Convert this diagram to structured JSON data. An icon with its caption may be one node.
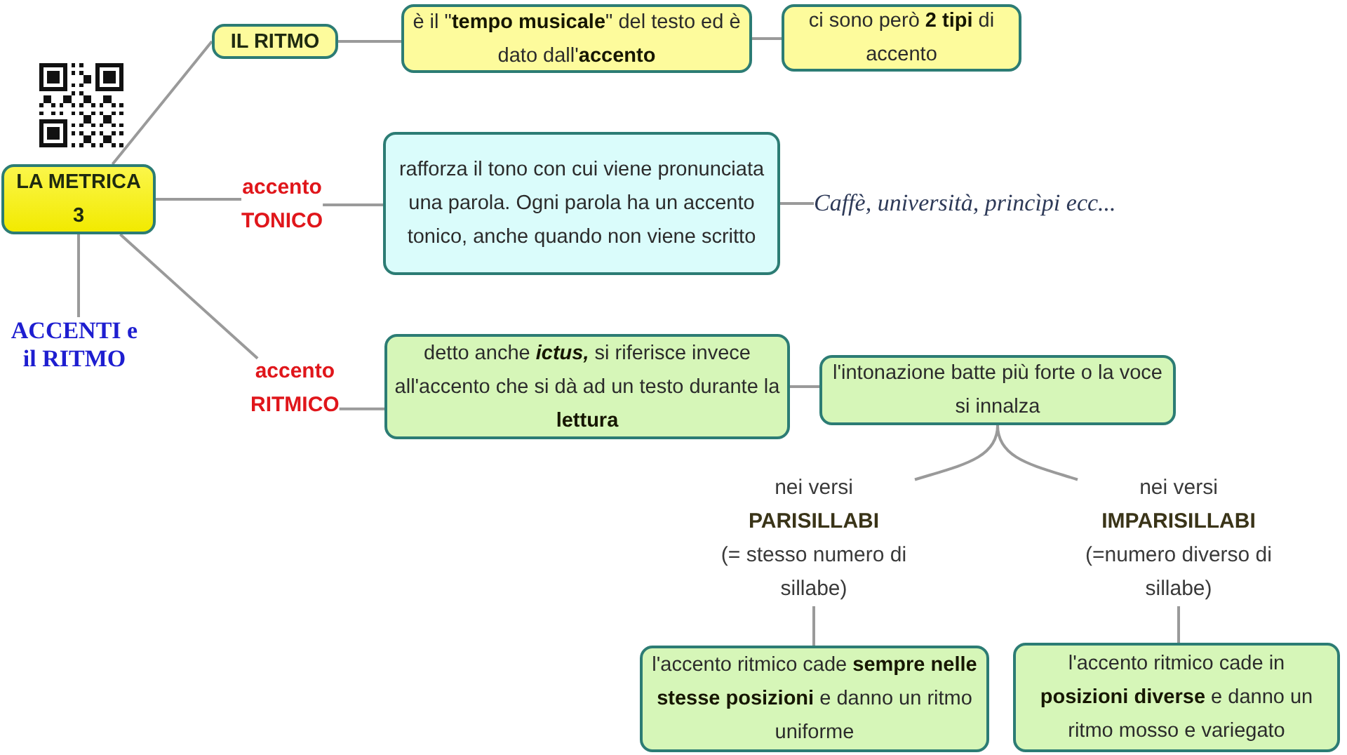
{
  "diagram": {
    "nodes": [
      {
        "text": [
          "LA METRICA 3"
        ]
      },
      {
        "text": [
          "IL RITMO"
        ]
      },
      {
        "text": [
          "è il \"**tempo musicale**\" del testo ed è dato dall'**accento**"
        ]
      },
      {
        "text": [
          "ci sono però **2 tipi** di accento"
        ]
      },
      {
        "text": [
          "accento TONICO"
        ]
      },
      {
        "text": [
          "rafforza il tono con cui viene pronunciata una parola. Ogni parola ha un accento tonico, anche quando non viene scritto"
        ]
      },
      {
        "text": [
          "Caffè, università, princìpi ecc..."
        ]
      },
      {
        "text": [
          "ACCENTI e il RITMO"
        ]
      },
      {
        "text": [
          "accento RITMICO"
        ]
      },
      {
        "text": [
          "detto anche *ictus,* si riferisce invece all'accento che si dà ad un testo durante la **lettura**"
        ]
      },
      {
        "text": [
          "l'intonazione batte più forte o la voce si innalza"
        ]
      },
      {
        "text": [
          "nei versi **PARISILLABI** (= stesso numero di sillabe)"
        ]
      },
      {
        "text": [
          "nei versi **IMPARISILLABI** (=numero diverso di sillabe)"
        ]
      },
      {
        "text": [
          "l'accento ritmico cade **sempre nelle stesse posizioni** e danno un ritmo uniforme"
        ]
      },
      {
        "text": [
          "l'accento ritmico cade in **posizioni diverse** e danno un ritmo mosso e variegato"
        ]
      }
    ],
    "edges": [
      {
        "from": 0,
        "to": 1,
        "arrow": "none"
      },
      {
        "from": 1,
        "to": 2,
        "arrow": "none"
      },
      {
        "from": 2,
        "to": 3,
        "arrow": "none"
      },
      {
        "from": 0,
        "to": 4,
        "arrow": "none"
      },
      {
        "from": 4,
        "to": 5,
        "arrow": "none"
      },
      {
        "from": 5,
        "to": 6,
        "arrow": "none"
      },
      {
        "from": 0,
        "to": 7,
        "arrow": "none"
      },
      {
        "from": 0,
        "to": 8,
        "arrow": "none"
      },
      {
        "from": 8,
        "to": 9,
        "arrow": "none"
      },
      {
        "from": 9,
        "to": 10,
        "arrow": "none"
      },
      {
        "from": 10,
        "to": 11,
        "arrow": "none"
      },
      {
        "from": 10,
        "to": 12,
        "arrow": "none"
      },
      {
        "from": 11,
        "to": 13,
        "arrow": "none"
      },
      {
        "from": 12,
        "to": 14,
        "arrow": "none"
      }
    ]
  }
}
